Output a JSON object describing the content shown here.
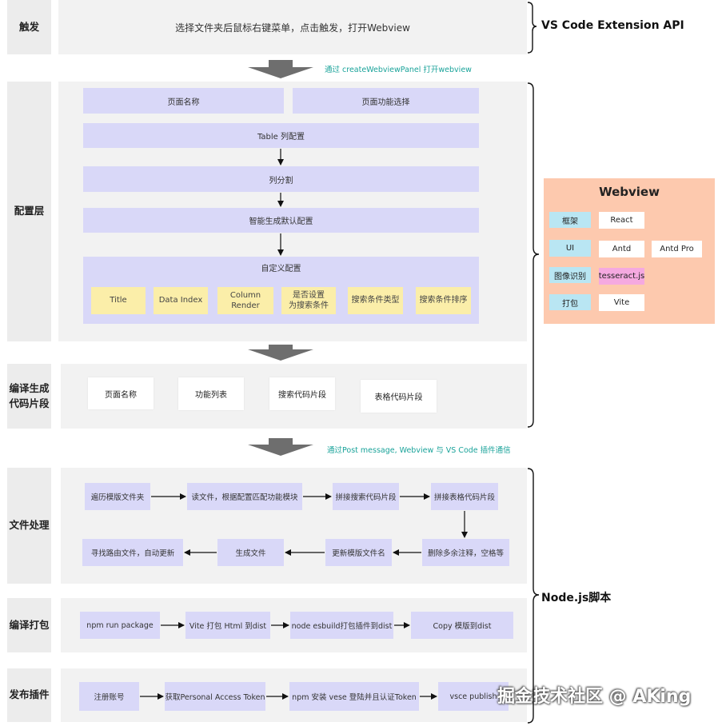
{
  "rows": {
    "trigger": {
      "label": "触发",
      "text": "选择文件夹后鼠标右键菜单，点击触发，打开Webview"
    },
    "config": {
      "label": "配置层",
      "page_name": "页面名称",
      "page_func": "页面功能选择",
      "table_config": "Table 列配置",
      "split": "列分割",
      "smart": "智能生成默认配置",
      "custom": "自定义配置",
      "custom_items": [
        "Title",
        "Data Index",
        "Column\nRender",
        "是否设置\n为搜索条件",
        "搜索条件类型",
        "搜索条件排序"
      ]
    },
    "compile_code": {
      "label": "编译生成\n代码片段",
      "items": [
        "页面名称",
        "功能列表",
        "搜索代码片段",
        "表格代码片段"
      ]
    },
    "file_proc": {
      "label": "文件处理",
      "row1": [
        "遍历模版文件夹",
        "读文件，根据配置匹配功能模块",
        "拼接搜索代码片段",
        "拼接表格代码片段"
      ],
      "row2": [
        "寻找路由文件，自动更新",
        "生成文件",
        "更新模版文件名",
        "删除多余注释，空格等"
      ]
    },
    "compile_pack": {
      "label": "编译打包",
      "items": [
        "npm run package",
        "Vite 打包 Html 到dist",
        "node esbuild打包插件到dist",
        "Copy 模版到dist"
      ]
    },
    "publish": {
      "label": "发布插件",
      "items": [
        "注册账号",
        "获取Personal Access Token",
        "npm 安装 vese 登陆并且认证Token",
        "vsce publish"
      ]
    }
  },
  "notes": {
    "webview_panel": "通过 createWebviewPanel  打开webview",
    "post_message": "通过Post message, Webview  与 VS Code  插件通信"
  },
  "side_labels": {
    "vscode_api": "VS Code Extension API",
    "nodejs": "Node.js脚本"
  },
  "webview": {
    "title": "Webview",
    "rows": [
      {
        "key": "框架",
        "values": [
          "React"
        ]
      },
      {
        "key": "UI",
        "values": [
          "Antd",
          "Antd Pro"
        ]
      },
      {
        "key": "图像识别",
        "values": [
          "tesseract.js"
        ]
      },
      {
        "key": "打包",
        "values": [
          "Vite"
        ]
      }
    ]
  },
  "watermark": "掘金技术社区 @ AKing",
  "colors": {
    "purple_box": "#d9d8f8",
    "yellow_box": "#fbeea9",
    "webview_bg": "#fdc9ae",
    "teal_note": "#1aa39a",
    "cyan_key": "#b9e6f3",
    "pink_val": "#f5a9e0"
  }
}
